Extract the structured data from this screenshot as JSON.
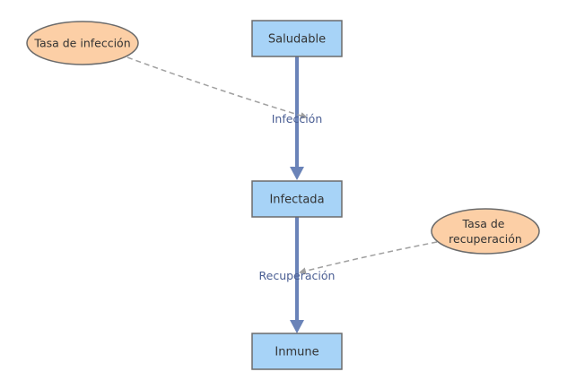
{
  "diagram": {
    "type": "stock-and-flow",
    "stocks": [
      {
        "id": "saludable",
        "label": "Saludable"
      },
      {
        "id": "infectada",
        "label": "Infectada"
      },
      {
        "id": "inmune",
        "label": "Inmune"
      }
    ],
    "flows": [
      {
        "id": "infeccion",
        "label": "Infección",
        "from": "saludable",
        "to": "infectada"
      },
      {
        "id": "recuperacion",
        "label": "Recuperación",
        "from": "infectada",
        "to": "inmune"
      }
    ],
    "variables": [
      {
        "id": "tasa_infeccion",
        "label": "Tasa de infección",
        "influences": "infeccion"
      },
      {
        "id": "tasa_recuperacion",
        "label": "Tasa de recuperación",
        "label_lines": [
          "Tasa de",
          "recuperación"
        ],
        "influences": "recuperacion"
      }
    ]
  },
  "colors": {
    "stock_fill": "#a7d3f7",
    "stock_stroke": "#6b6b6b",
    "variable_fill": "#fccfa6",
    "variable_stroke": "#6b6b6b",
    "flow_line": "#6a83b8",
    "flow_label": "#4a5e93",
    "link_dash": "#a0a0a0",
    "text": "#333333"
  }
}
